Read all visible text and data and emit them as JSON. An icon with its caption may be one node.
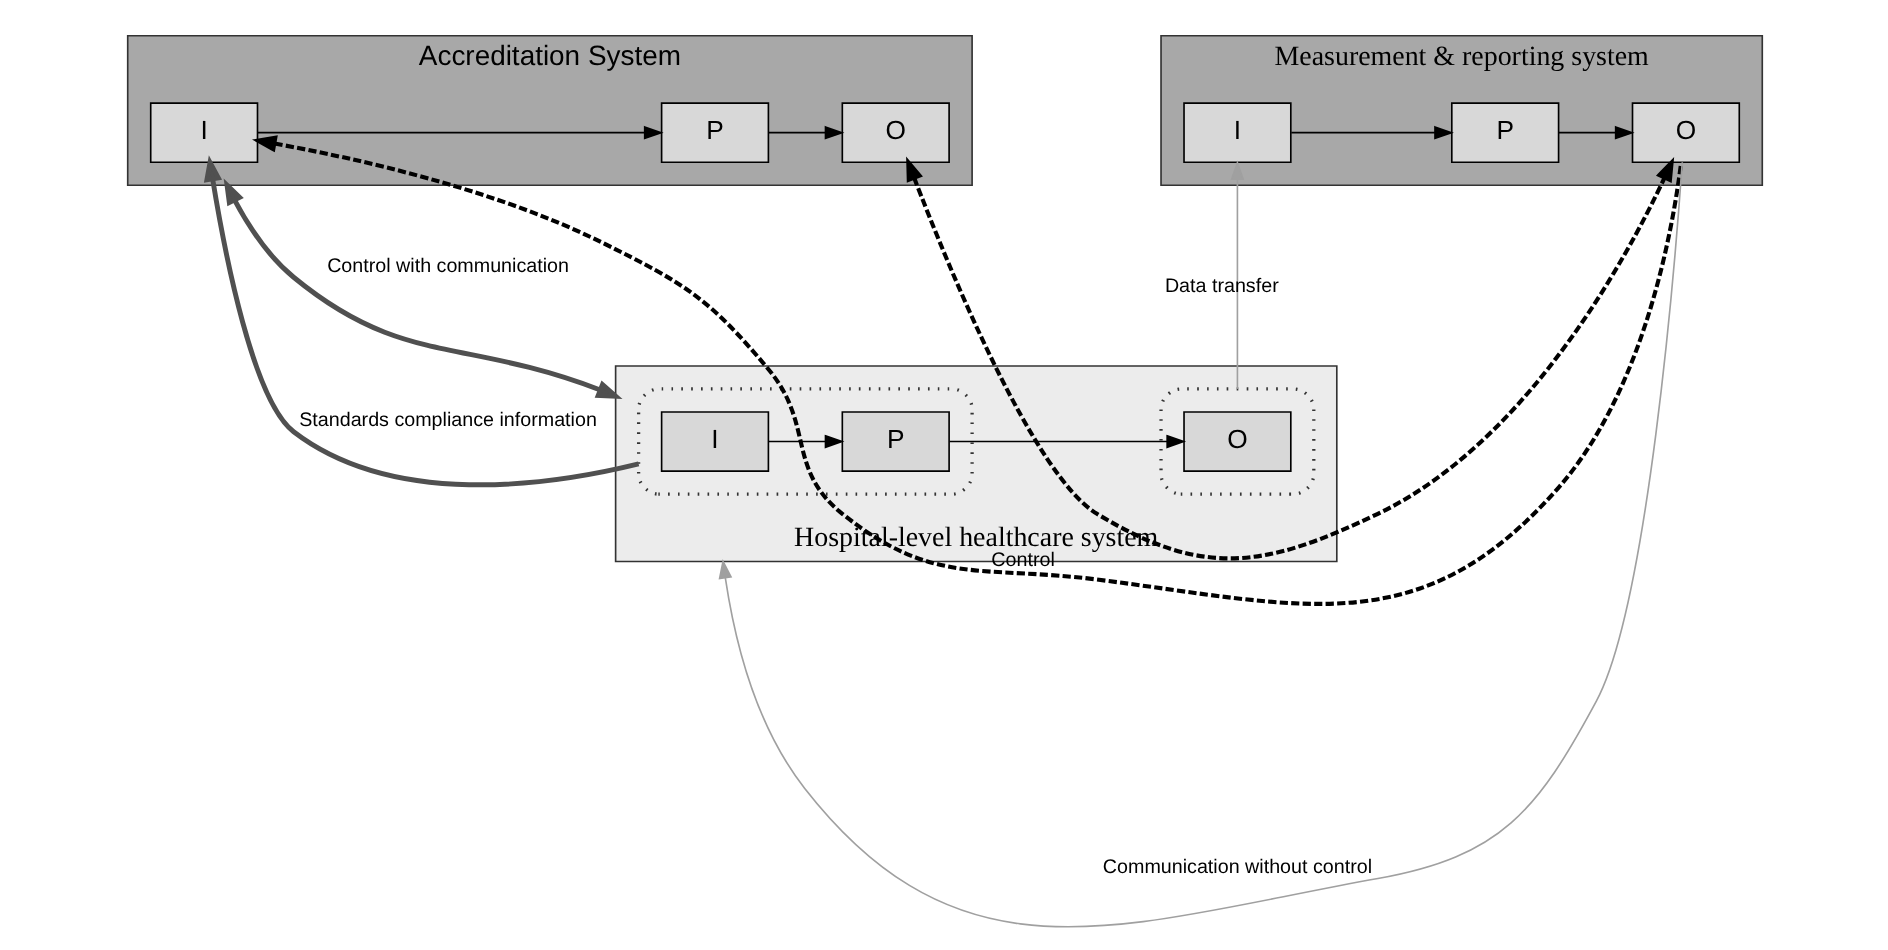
{
  "diagram": {
    "nodes": [
      {
        "text": [
          "Accreditation System"
        ]
      },
      {
        "text": [
          "I"
        ],
        "in": 0
      },
      {
        "text": [
          "P"
        ],
        "in": 0
      },
      {
        "text": [
          "O"
        ],
        "in": 0
      },
      {
        "text": [
          "Measurement & reporting system"
        ]
      },
      {
        "text": [
          "I"
        ],
        "in": 4
      },
      {
        "text": [
          "P"
        ],
        "in": 4
      },
      {
        "text": [
          "O"
        ],
        "in": 4
      },
      {
        "text": [
          "Hospital-level healthcare system"
        ]
      },
      {
        "text": [],
        "shape": "ellipse",
        "in": 8
      },
      {
        "text": [
          "I"
        ],
        "in": 9
      },
      {
        "text": [
          "P"
        ],
        "in": 9
      },
      {
        "text": [],
        "shape": "ellipse",
        "in": 8
      },
      {
        "text": [
          "O"
        ],
        "in": 12
      }
    ],
    "edges": [
      {
        "from": 1,
        "to": 2,
        "arrow": "to"
      },
      {
        "from": 2,
        "to": 3,
        "arrow": "to"
      },
      {
        "from": 5,
        "to": 6,
        "arrow": "to"
      },
      {
        "from": 6,
        "to": 7,
        "arrow": "to"
      },
      {
        "from": 10,
        "to": 11,
        "arrow": "to"
      },
      {
        "from": 11,
        "to": 13,
        "arrow": "to"
      },
      {
        "from": 7,
        "to": 1,
        "arrow": "to",
        "label": "Control",
        "style": "dashed"
      },
      {
        "from": 3,
        "to": 7,
        "arrow": "both",
        "style": "dashed"
      },
      {
        "from": 8,
        "to": 0,
        "arrow": "both",
        "label": "Control with communication",
        "style": "thick",
        "color": "#505050"
      },
      {
        "from": 9,
        "to": 1,
        "arrow": "to",
        "label": "Standards compliance information",
        "style": "thick",
        "color": "#505050"
      },
      {
        "from": 12,
        "to": 5,
        "arrow": "to",
        "label": "Data transfer",
        "color": "#a0a0a0"
      },
      {
        "from": 7,
        "to": 8,
        "arrow": "to",
        "label": "Communication without control",
        "color": "#a0a0a0"
      }
    ]
  }
}
